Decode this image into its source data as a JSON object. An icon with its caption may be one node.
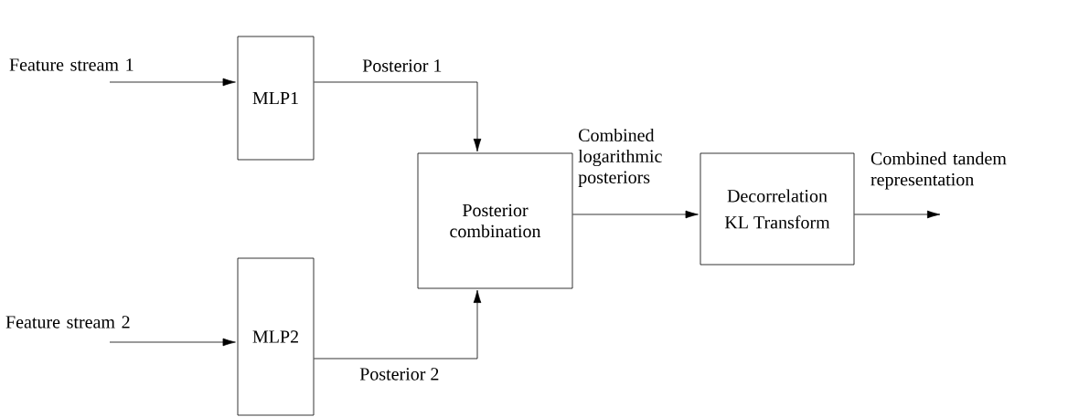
{
  "diagram": {
    "nodes": [
      {
        "text": [
          "Feature stream 1"
        ]
      },
      {
        "text": [
          "MLP1"
        ]
      },
      {
        "text": [
          "Feature stream 2"
        ]
      },
      {
        "text": [
          "MLP2"
        ]
      },
      {
        "text": [
          "Posterior combination"
        ]
      },
      {
        "text": [
          "Decorrelation",
          "KL Transform"
        ]
      },
      {
        "text": [
          "Combined tandem representation"
        ]
      }
    ],
    "edges": [
      {
        "from": 0,
        "to": 1,
        "arrow": "to"
      },
      {
        "from": 2,
        "to": 3,
        "arrow": "to"
      },
      {
        "from": 1,
        "to": 4,
        "arrow": "to",
        "label": "Posterior 1"
      },
      {
        "from": 3,
        "to": 4,
        "arrow": "to",
        "label": "Posterior 2"
      },
      {
        "from": 4,
        "to": 5,
        "arrow": "to",
        "label": "Combined logarithmic posteriors"
      },
      {
        "from": 5,
        "to": 6,
        "arrow": "to"
      }
    ]
  }
}
